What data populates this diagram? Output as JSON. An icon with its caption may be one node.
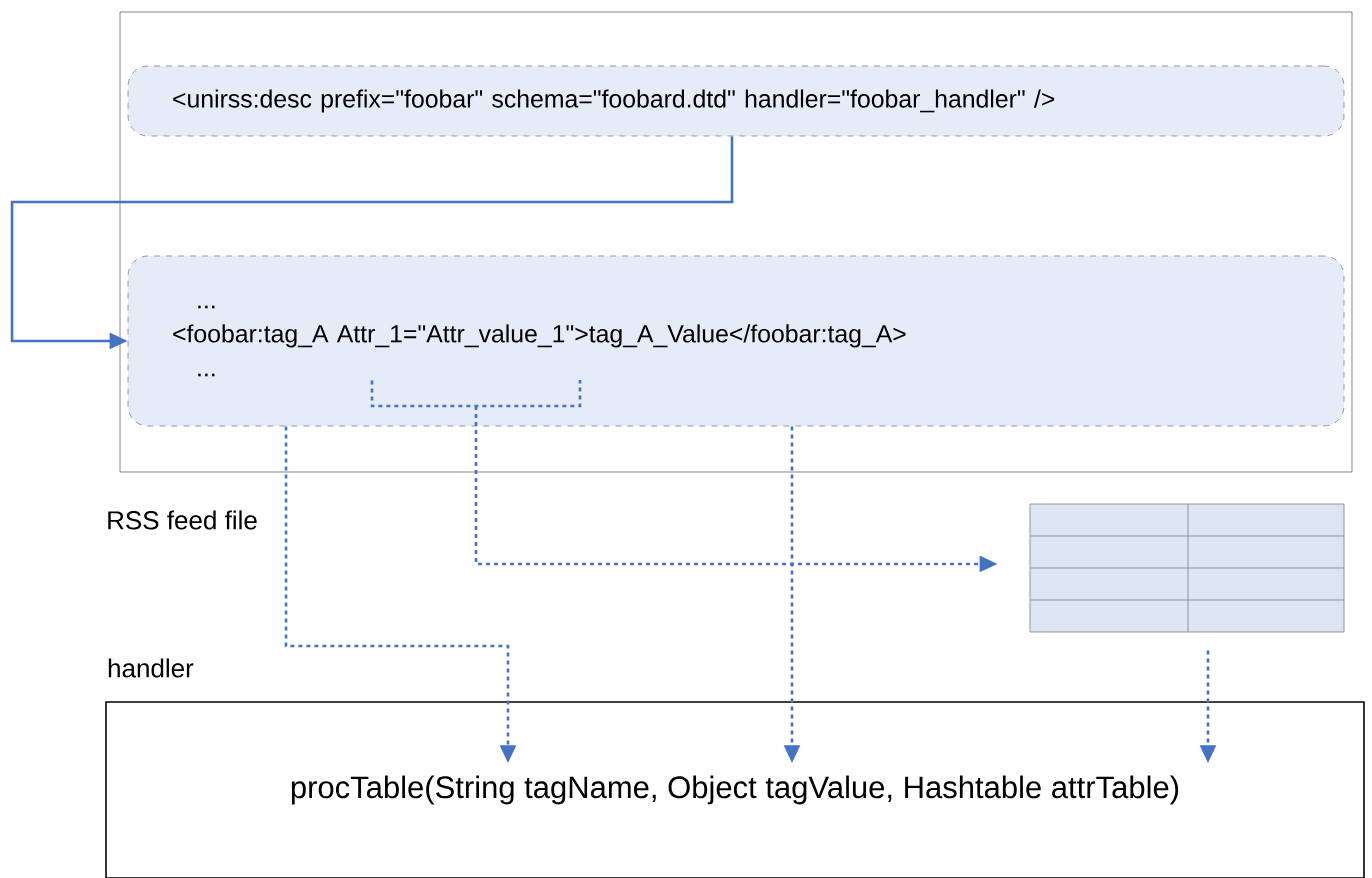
{
  "diagram": {
    "nodes": [
      {
        "text": [
          "RSS feed file"
        ]
      },
      {
        "in": 0,
        "text": [
          "<unirss:desc prefix=\"foobar\" schema=\"foobard.dtd\" handler=\"foobar_handler\" />"
        ]
      },
      {
        "in": 0,
        "text": [
          "...",
          "<foobar:tag_A Attr_1=\"Attr_value_1\">tag_A_Value</foobar:tag_A>",
          "..."
        ]
      },
      {
        "text": [],
        "shape": "table"
      },
      {
        "text": [
          "handler",
          "procTable(String tagName, Object tagValue, Hashtable attrTable)"
        ]
      }
    ],
    "edges": [
      {
        "from": 1,
        "to": 2,
        "arrow": "to"
      },
      {
        "from": 2,
        "to": 4,
        "arrow": "to",
        "style": "dashed"
      },
      {
        "from": 2,
        "to": 3,
        "arrow": "to",
        "style": "dashed"
      },
      {
        "from": 2,
        "to": 4,
        "arrow": "to",
        "style": "dashed"
      },
      {
        "from": 3,
        "to": 4,
        "arrow": "to",
        "style": "dashed"
      }
    ]
  }
}
